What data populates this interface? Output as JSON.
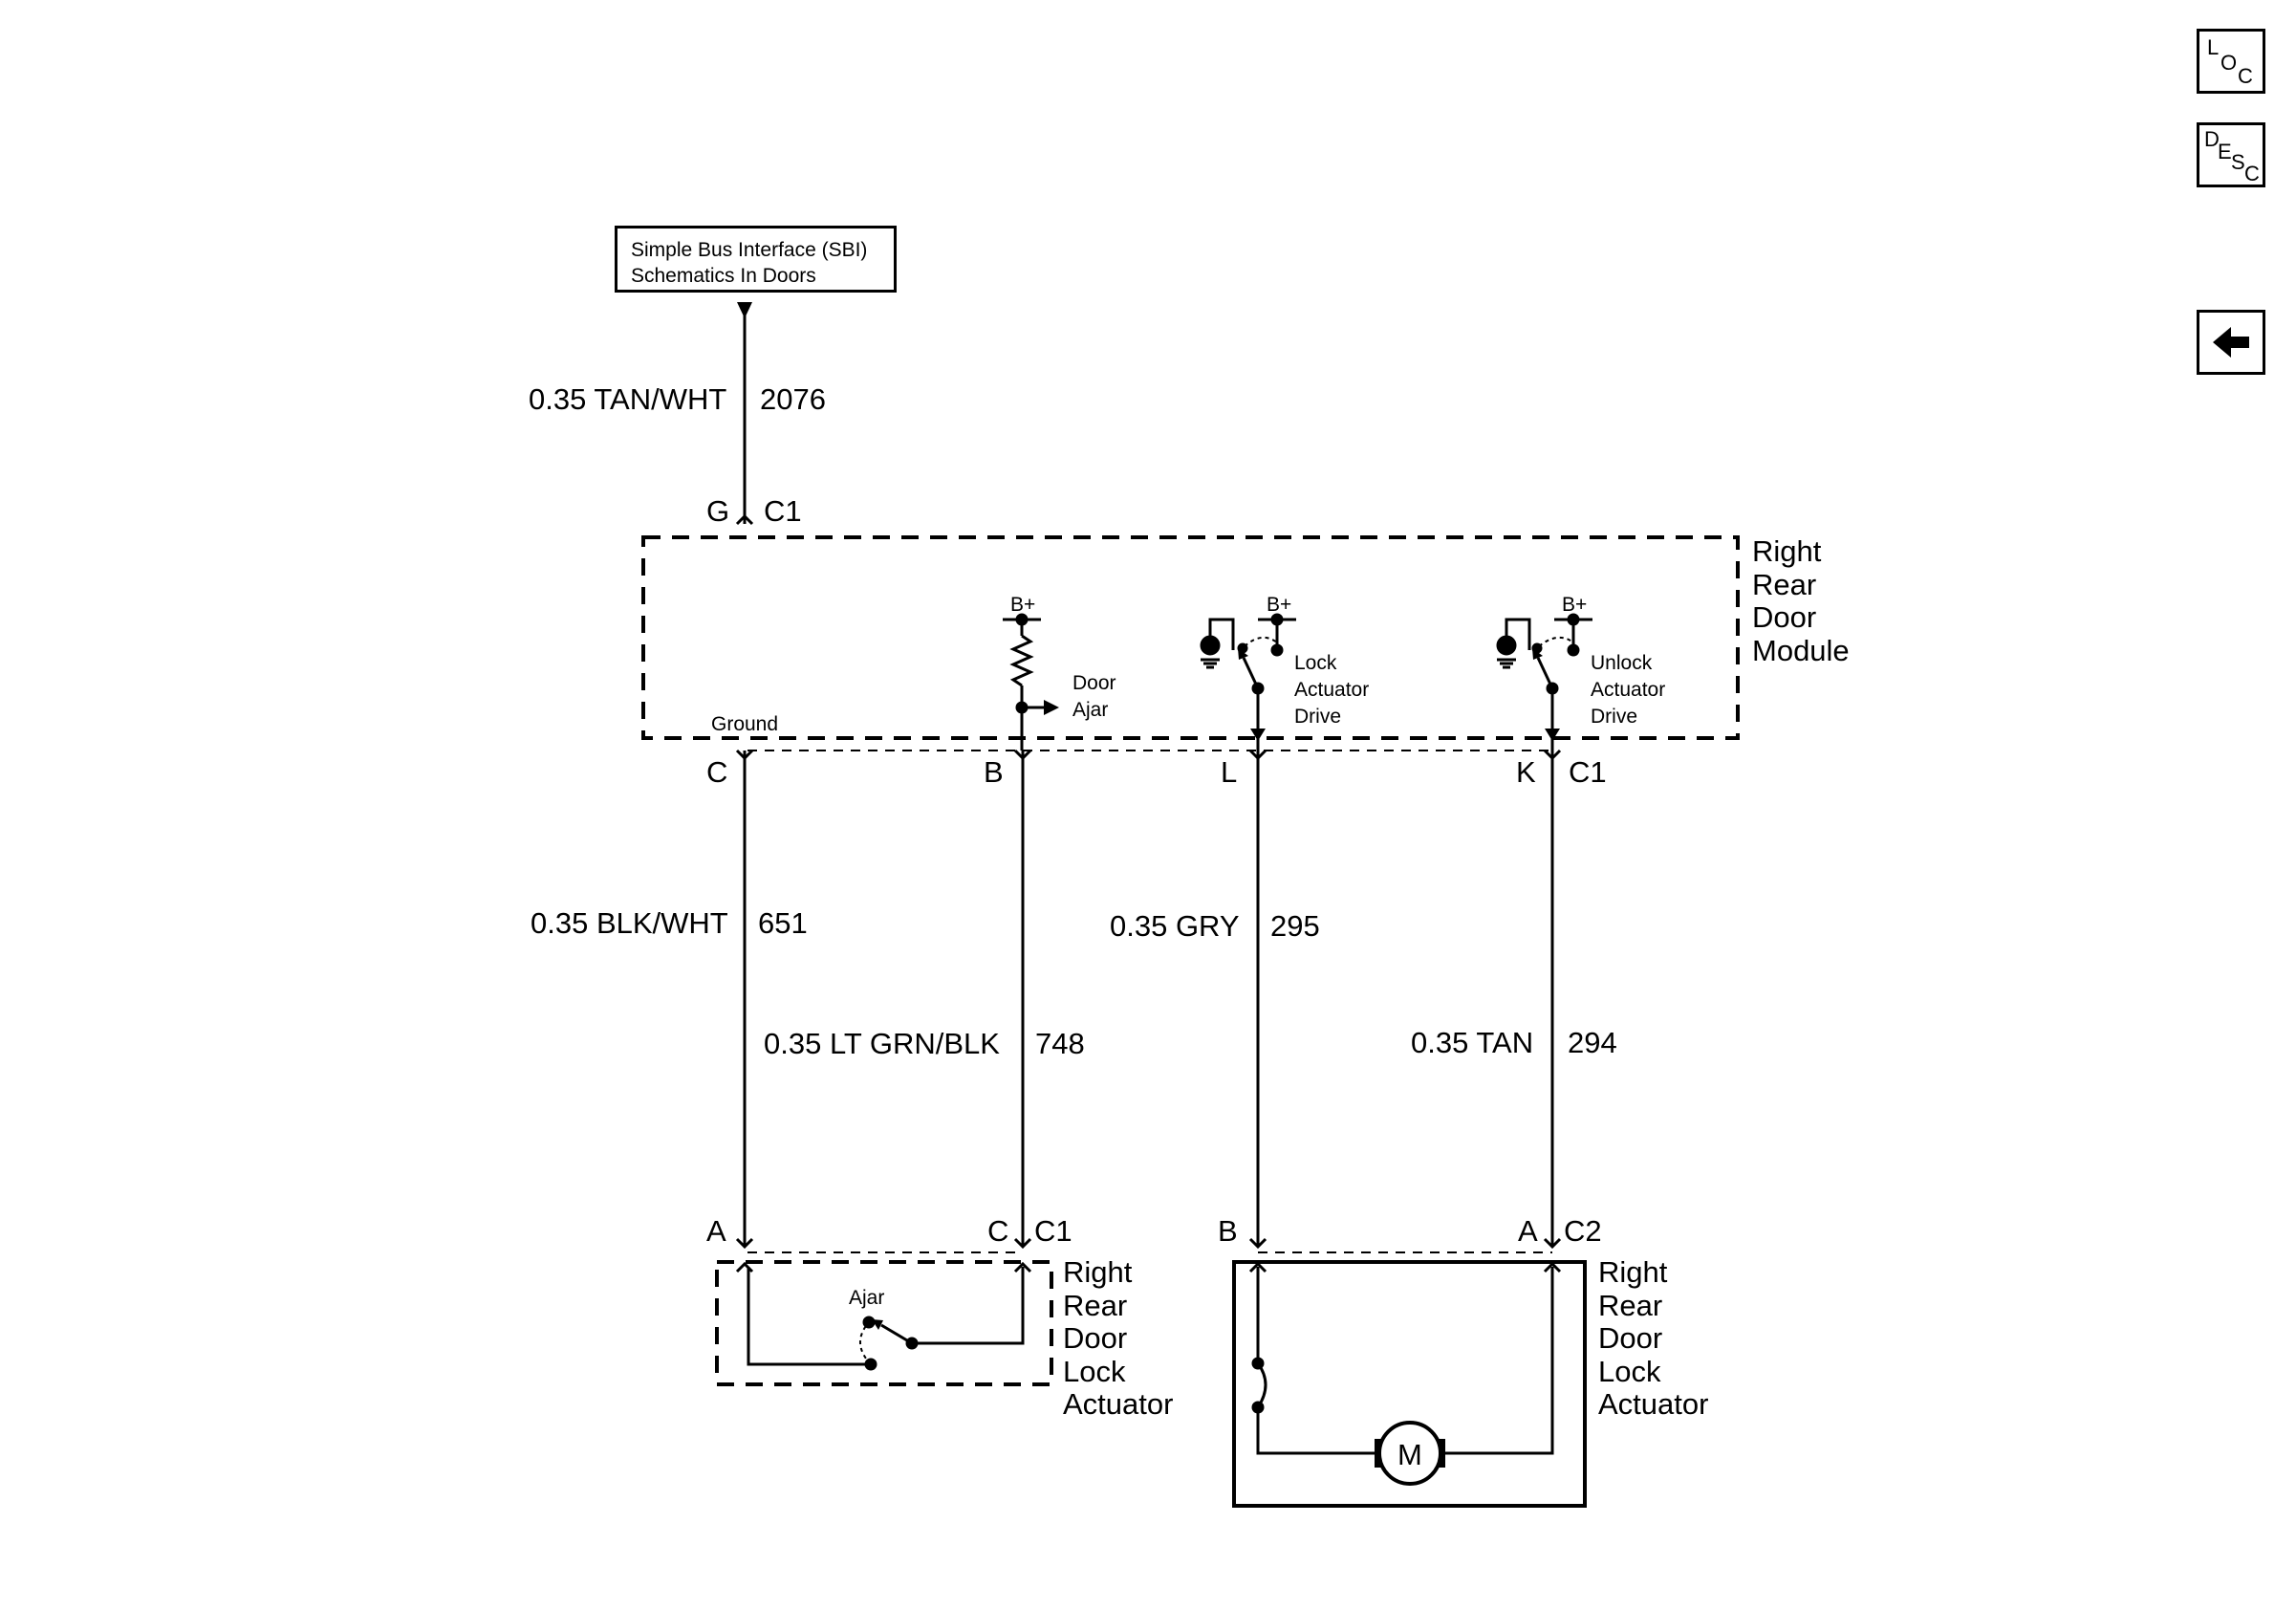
{
  "nav": {
    "loc": [
      "L",
      "O",
      "C"
    ],
    "desc": [
      "D",
      "E",
      "S",
      "C"
    ],
    "back_icon": "back-arrow-icon"
  },
  "sbi_box": {
    "line1": "Simple Bus Interface (SBI)",
    "line2": "Schematics In Doors"
  },
  "module": {
    "name": [
      "Right",
      "Rear",
      "Door",
      "Module"
    ],
    "ground_label": "Ground",
    "b_plus": "B+",
    "door_ajar": [
      "Door",
      "Ajar"
    ],
    "lock_drive": [
      "Lock",
      "Actuator",
      "Drive"
    ],
    "unlock_drive": [
      "Unlock",
      "Actuator",
      "Drive"
    ]
  },
  "connectors": {
    "top_pin": "G",
    "top_conn": "C1",
    "mod_pins": [
      "C",
      "B",
      "L",
      "K"
    ],
    "mod_conn": "C1",
    "left_pins": [
      "A",
      "C"
    ],
    "left_conn": "C1",
    "right_pins": [
      "B",
      "A"
    ],
    "right_conn": "C2"
  },
  "wires": [
    {
      "label": "0.35 TAN/WHT",
      "circuit": "2076"
    },
    {
      "label": "0.35 BLK/WHT",
      "circuit": "651"
    },
    {
      "label": "0.35 LT GRN/BLK",
      "circuit": "748"
    },
    {
      "label": "0.35 GRY",
      "circuit": "295"
    },
    {
      "label": "0.35 TAN",
      "circuit": "294"
    }
  ],
  "left_actuator": {
    "switch_label": "Ajar",
    "name": [
      "Right",
      "Rear",
      "Door",
      "Lock",
      "Actuator"
    ]
  },
  "right_actuator": {
    "motor_label": "M",
    "name": [
      "Right",
      "Rear",
      "Door",
      "Lock",
      "Actuator"
    ]
  }
}
